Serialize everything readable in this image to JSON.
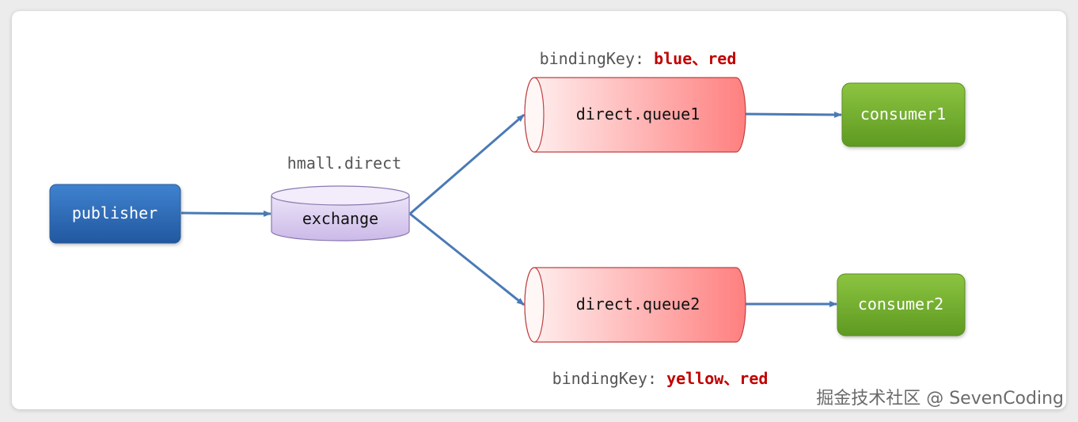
{
  "exchange": {
    "name": "hmall.direct",
    "label": "exchange"
  },
  "publisher": {
    "label": "publisher"
  },
  "queues": [
    {
      "label": "direct.queue1",
      "binding_prefix": "bindingKey: ",
      "binding_keys": "blue、red"
    },
    {
      "label": "direct.queue2",
      "binding_prefix": "bindingKey: ",
      "binding_keys": "yellow、red"
    }
  ],
  "consumers": [
    {
      "label": "consumer1"
    },
    {
      "label": "consumer2"
    }
  ],
  "watermark": "掘金技术社区 @ SevenCoding",
  "colors": {
    "publisher": "#2f6db8",
    "exchange": "#dcd0f0",
    "queue": "#ff8a8a",
    "consumer": "#78b030",
    "arrow": "#4a7ab5",
    "binding_key": "#c00000"
  }
}
